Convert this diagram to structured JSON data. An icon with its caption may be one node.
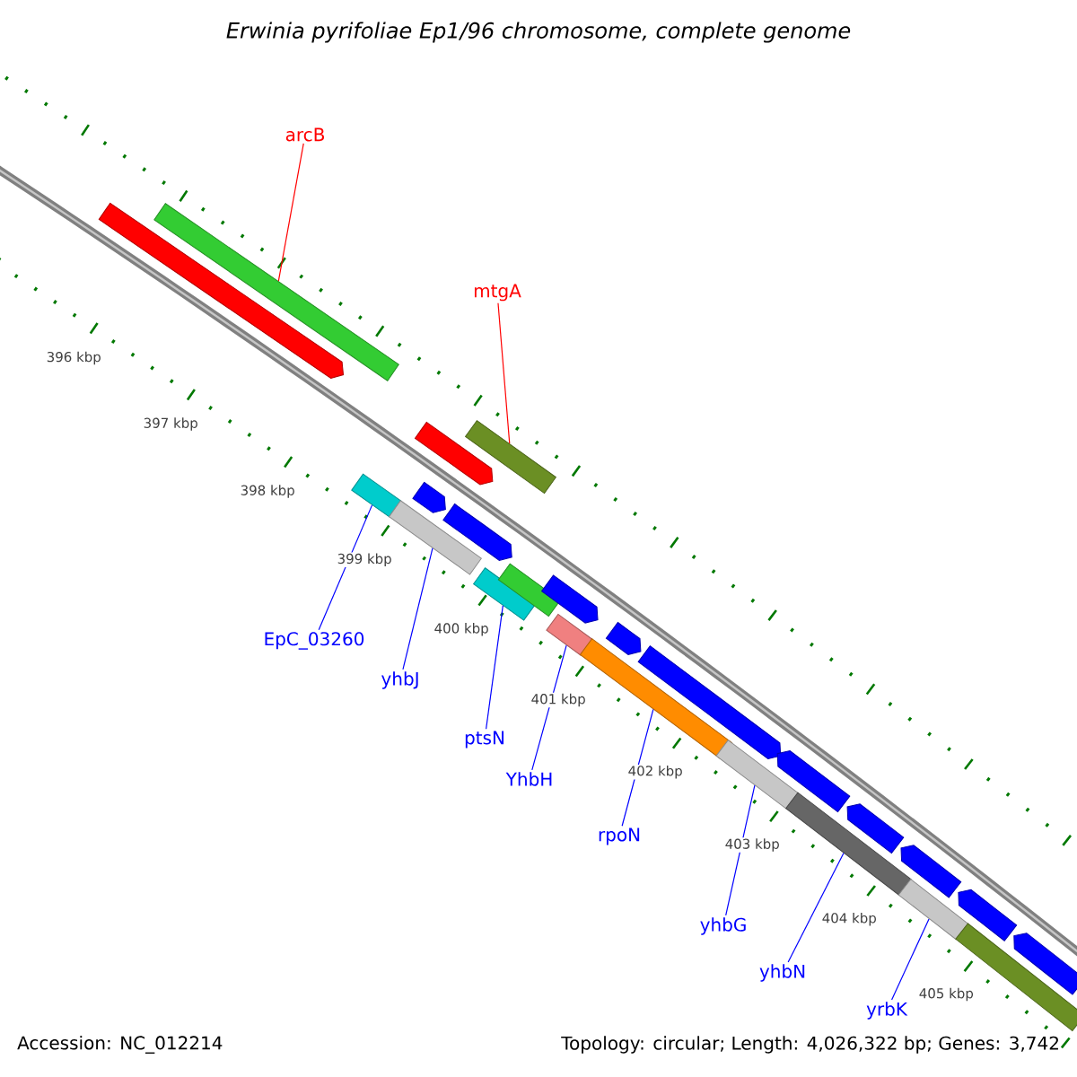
{
  "diagram": {
    "title": "Erwinia pyrifoliae Ep1/96 chromosome, complete genome",
    "nodes": [
      {
        "text": [
          "arcB"
        ]
      },
      {
        "text": [],
        "shape": "bar"
      },
      {
        "text": [
          "mtgA"
        ]
      },
      {
        "text": [],
        "shape": "bar"
      },
      {
        "text": [
          "EpC_03260"
        ]
      },
      {
        "text": [],
        "shape": "bar"
      },
      {
        "text": [
          "yhbJ"
        ]
      },
      {
        "text": [],
        "shape": "bar"
      },
      {
        "text": [
          "ptsN"
        ]
      },
      {
        "text": [],
        "shape": "bar"
      },
      {
        "text": [
          "YhbH"
        ]
      },
      {
        "text": [],
        "shape": "bar"
      },
      {
        "text": [
          "rpoN"
        ]
      },
      {
        "text": [],
        "shape": "bar"
      },
      {
        "text": [
          "yhbG"
        ]
      },
      {
        "text": [],
        "shape": "bar"
      },
      {
        "text": [
          "yhbN"
        ]
      },
      {
        "text": [],
        "shape": "bar"
      },
      {
        "text": [
          "yrbK"
        ]
      },
      {
        "text": [],
        "shape": "bar"
      },
      {
        "text": [],
        "shape": "arrow"
      },
      {
        "text": [],
        "shape": "arrow"
      },
      {
        "text": [],
        "shape": "arrow"
      },
      {
        "text": [],
        "shape": "arrow"
      },
      {
        "text": [],
        "shape": "bar"
      },
      {
        "text": [],
        "shape": "arrow"
      },
      {
        "text": [],
        "shape": "arrow"
      },
      {
        "text": [],
        "shape": "arrow"
      },
      {
        "text": [],
        "shape": "arrow"
      },
      {
        "text": [],
        "shape": "arrow"
      },
      {
        "text": [],
        "shape": "arrow"
      },
      {
        "text": [],
        "shape": "arrow"
      },
      {
        "text": [],
        "shape": "bar"
      },
      {
        "text": [],
        "shape": "arrow"
      }
    ],
    "edges": [
      {
        "from": 0,
        "to": 1,
        "arrow": "none",
        "color": "#ff0000"
      },
      {
        "from": 2,
        "to": 3,
        "arrow": "none",
        "color": "#ff0000"
      },
      {
        "from": 4,
        "to": 5,
        "arrow": "none"
      },
      {
        "from": 6,
        "to": 7,
        "arrow": "none"
      },
      {
        "from": 8,
        "to": 9,
        "arrow": "none"
      },
      {
        "from": 10,
        "to": 11,
        "arrow": "none"
      },
      {
        "from": 12,
        "to": 13,
        "arrow": "none"
      },
      {
        "from": 14,
        "to": 15,
        "arrow": "none"
      },
      {
        "from": 16,
        "to": 17,
        "arrow": "none"
      },
      {
        "from": 18,
        "to": 19,
        "arrow": "none"
      }
    ],
    "labels": [
      "396 kbp",
      "397 kbp",
      "398 kbp",
      "399 kbp",
      "400 kbp",
      "401 kbp",
      "402 kbp",
      "403 kbp",
      "404 kbp",
      "405 kbp",
      "Accession: NC_012214",
      "Topology: circular; Length: 4,026,322 bp; Genes: 3,742"
    ]
  }
}
